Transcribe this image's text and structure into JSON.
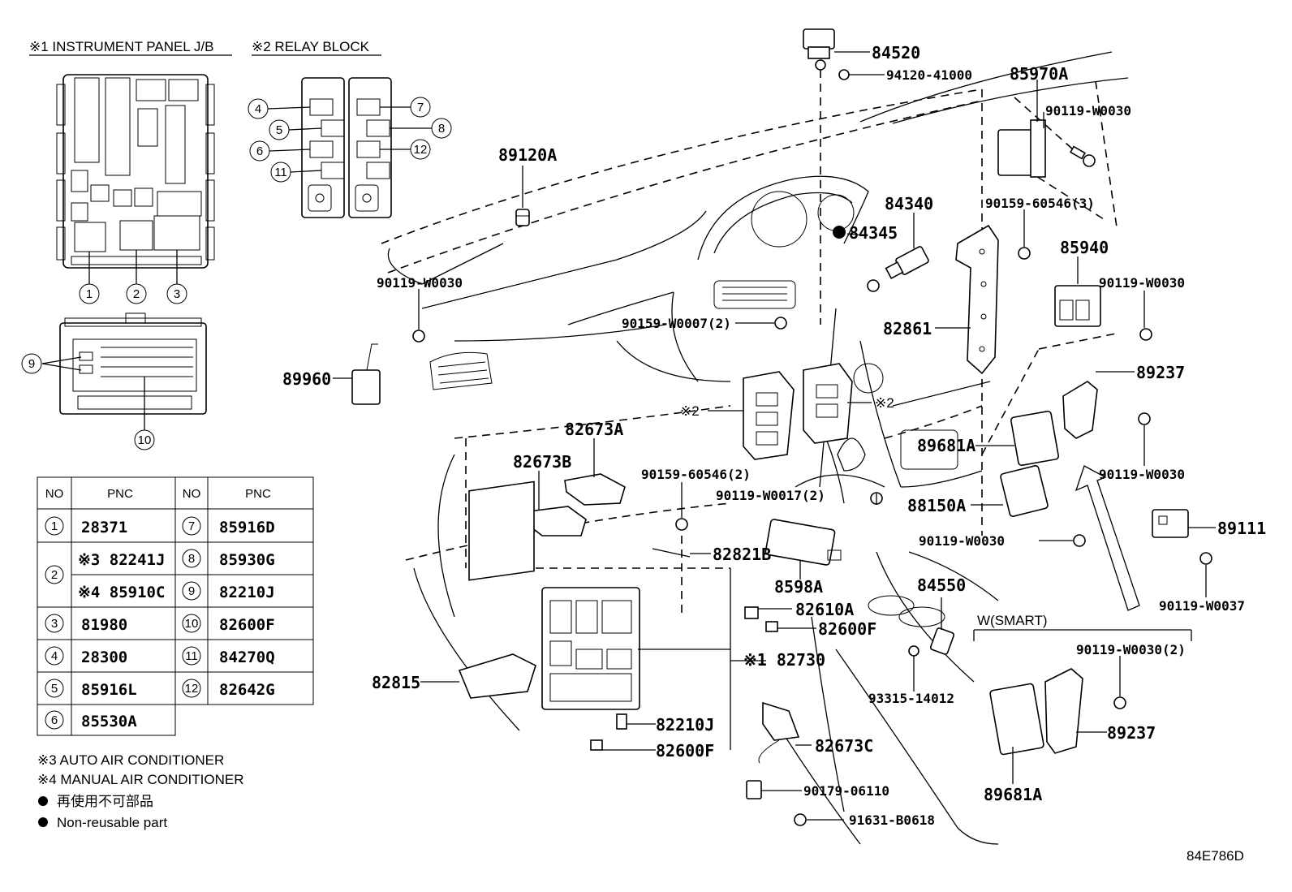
{
  "headings": {
    "ip_jb": "※1 INSTRUMENT PANEL J/B",
    "relay_block": "※2 RELAY BLOCK"
  },
  "callout_numbers": [
    "1",
    "2",
    "3",
    "4",
    "5",
    "6",
    "7",
    "8",
    "9",
    "10",
    "11",
    "12"
  ],
  "table": {
    "headers": [
      "NO",
      "PNC",
      "NO",
      "PNC"
    ],
    "left": [
      {
        "no": "1",
        "pnc": "28371"
      },
      {
        "no": "2",
        "pnc": "※3 82241J",
        "pnc2": "※4 85910C"
      },
      {
        "no": "3",
        "pnc": "81980"
      },
      {
        "no": "4",
        "pnc": "28300"
      },
      {
        "no": "5",
        "pnc": "85916L"
      },
      {
        "no": "6",
        "pnc": "85530A"
      }
    ],
    "right": [
      {
        "no": "7",
        "pnc": "85916D"
      },
      {
        "no": "8",
        "pnc": "85930G"
      },
      {
        "no": "9",
        "pnc": "82210J"
      },
      {
        "no": "10",
        "pnc": "82600F"
      },
      {
        "no": "11",
        "pnc": "84270Q"
      },
      {
        "no": "12",
        "pnc": "82642G"
      }
    ]
  },
  "notes": [
    "※3 AUTO AIR CONDITIONER",
    "※4 MANUAL AIR CONDITIONER",
    "再使用不可部品",
    "Non-reusable part"
  ],
  "parts": [
    "84520",
    "94120-41000",
    "85970A",
    "90119-W0030",
    "89120A",
    "84340",
    "84345",
    "90159-60546(3)",
    "85940",
    "90119-W0030",
    "90119-W0030",
    "90159-W0007(2)",
    "82861",
    "89960",
    "89237",
    "※2",
    "※2",
    "90119-W0030",
    "82673A",
    "89681A",
    "82673B",
    "90159-60546(2)",
    "90119-W0017(2)",
    "88150A",
    "90119-W0030",
    "89111",
    "82821B",
    "8598A",
    "84550",
    "90119-W0037",
    "82610A",
    "W(SMART)",
    "82600F",
    "82815",
    "※1 82730",
    "90119-W0030(2)",
    "93315-14012",
    "89237",
    "82210J",
    "82600F",
    "82673C",
    "89681A",
    "90179-06110",
    "91631-B0618"
  ],
  "diagram_code": "84E786D"
}
